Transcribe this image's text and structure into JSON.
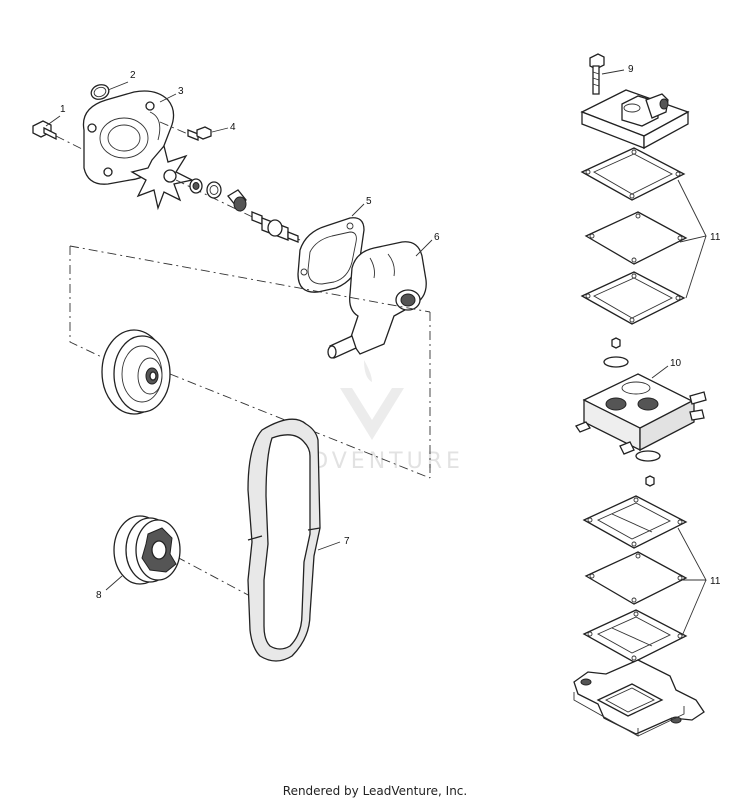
{
  "watermark": {
    "text": "LEADVENTURE"
  },
  "callouts": {
    "c1": "1",
    "c2": "2",
    "c3": "3",
    "c4": "4",
    "c5": "5",
    "c6": "6",
    "c7": "7",
    "c8": "8",
    "c9": "9",
    "c10": "10",
    "c11a": "11",
    "c11b": "11"
  },
  "footer": {
    "text": "Rendered by LeadVenture, Inc."
  }
}
